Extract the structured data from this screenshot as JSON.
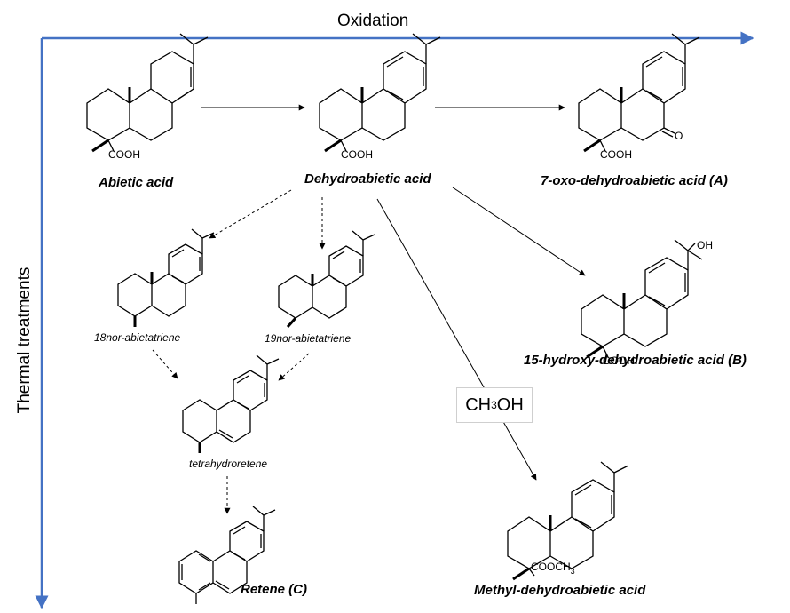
{
  "axes": {
    "horizontal_label": "Oxidation",
    "vertical_label": "Thermal treatments",
    "color": "#4472c4"
  },
  "compounds": {
    "abietic": "Abietic acid",
    "dehydroabietic": "Dehydroabietic acid",
    "oxo": "7-oxo-dehydroabietic acid (A)",
    "hydroxy": "15-hydroxy-dehydroabietic acid (B)",
    "nor18": "18nor-abietatriene",
    "nor19": "19nor-abietatriene",
    "tetrahydroretene": "tetrahydroretene",
    "retene": "Retene (C)",
    "methyl": "Methyl-dehydroabietic acid"
  },
  "atoms": {
    "acid": "COOH",
    "ketone_o": "O",
    "hydroxyl": "OH",
    "ester": "COOCH",
    "ester_sub": "3"
  },
  "reagent": {
    "prefix": "CH",
    "sub": "3",
    "suffix": "OH"
  }
}
